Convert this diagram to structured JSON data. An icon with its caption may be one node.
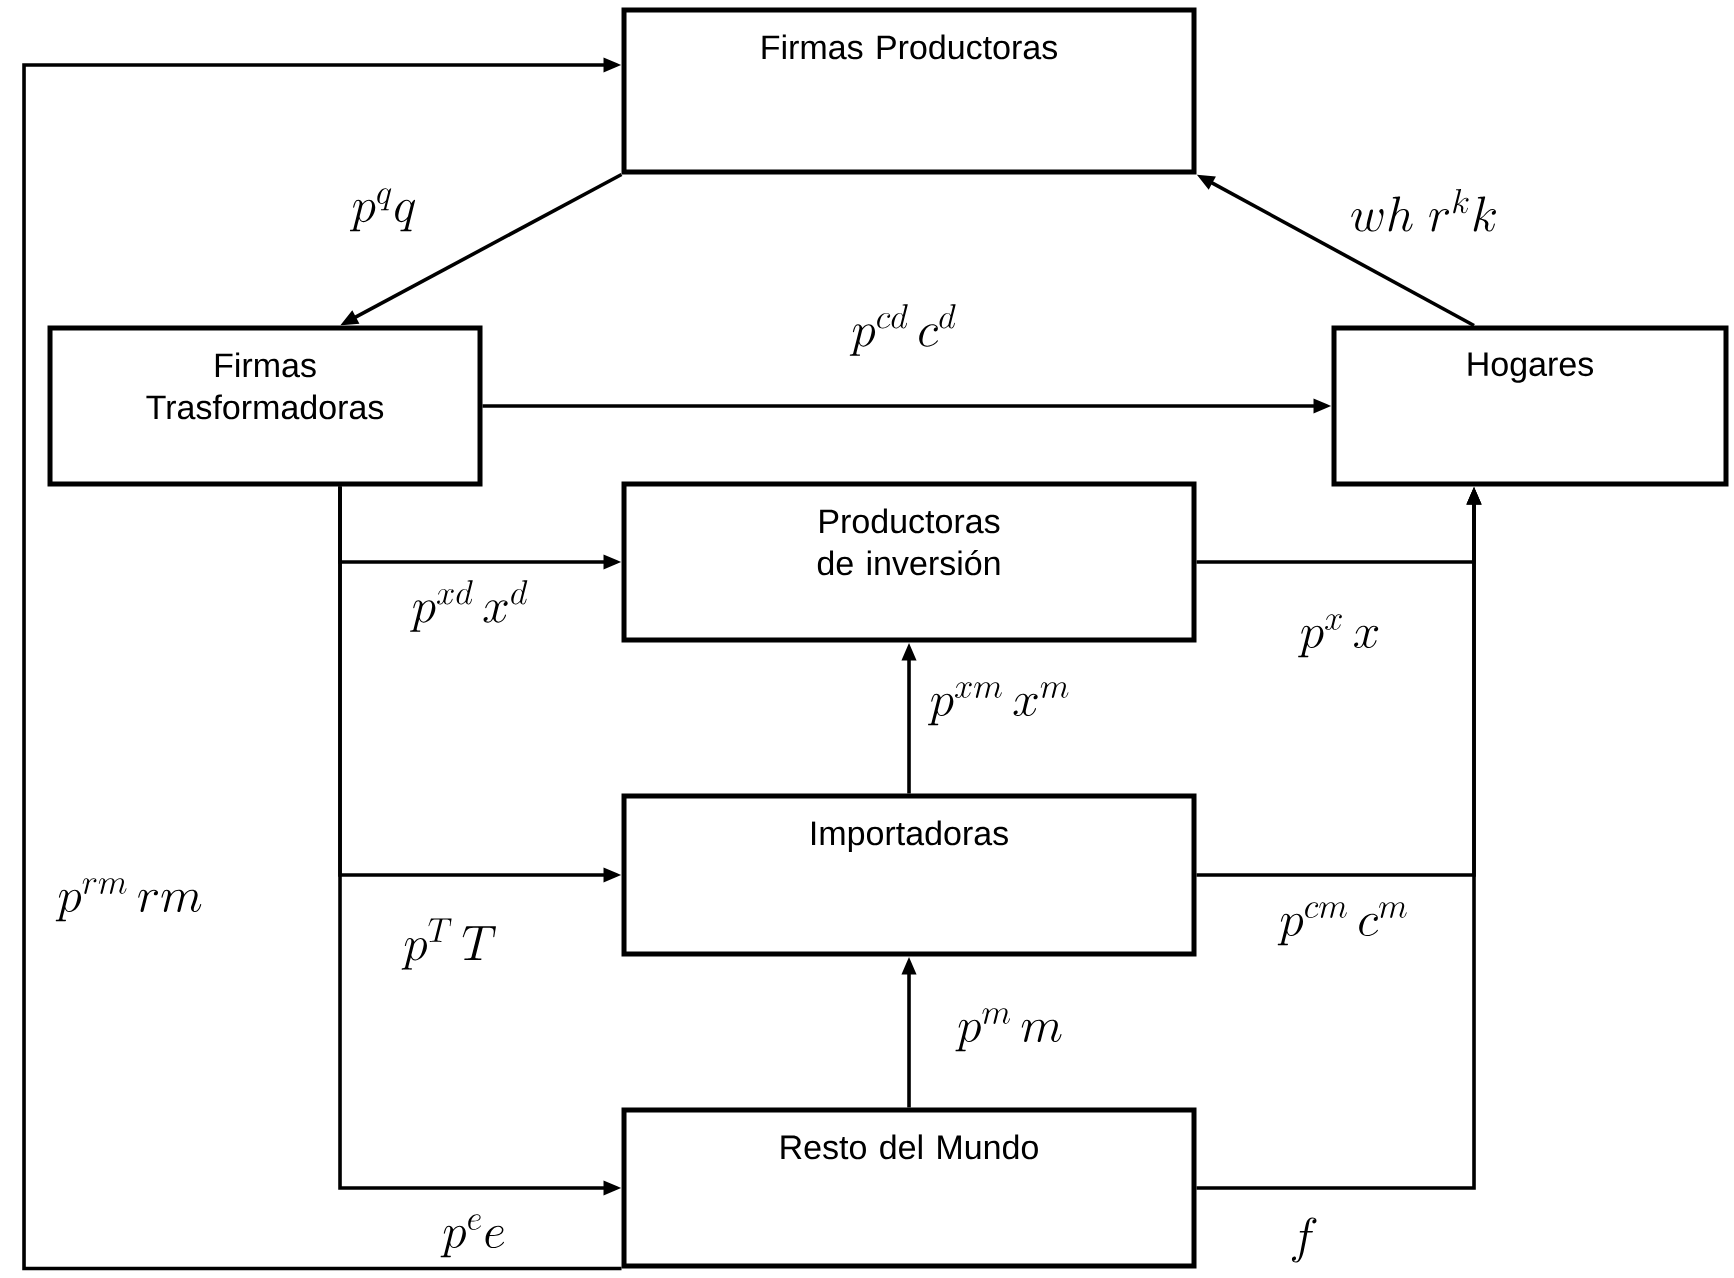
{
  "diagram": {
    "nodes": [
      {
        "text": [
          "Firmas Productoras"
        ]
      },
      {
        "text": [
          "Firmas Trasformadoras"
        ]
      },
      {
        "text": [
          "Hogares"
        ]
      },
      {
        "text": [
          "Productoras de inversión"
        ]
      },
      {
        "text": [
          "Importadoras"
        ]
      },
      {
        "text": [
          "Resto del Mundo"
        ]
      }
    ],
    "edges": [
      {
        "from": 0,
        "to": 1,
        "arrow": "to",
        "label": "p^{q}q"
      },
      {
        "from": 1,
        "to": 2,
        "arrow": "to",
        "label": "p^{cd}\\,c^{d}"
      },
      {
        "from": 2,
        "to": 0,
        "arrow": "to",
        "label": "wh\\;r^{k}k"
      },
      {
        "from": 1,
        "to": 3,
        "arrow": "to",
        "label": "p^{xd}\\,x^{d}"
      },
      {
        "from": 1,
        "to": 4,
        "arrow": "to",
        "label": "p^{T}\\,T"
      },
      {
        "from": 1,
        "to": 5,
        "arrow": "to",
        "label": "p^{e}e"
      },
      {
        "from": 3,
        "to": 2,
        "arrow": "to",
        "label": "p^{x}\\,x"
      },
      {
        "from": 4,
        "to": 2,
        "arrow": "to",
        "label": "p^{cm}\\,c^{m}"
      },
      {
        "from": 5,
        "to": 2,
        "arrow": "to",
        "label": "f"
      },
      {
        "from": 4,
        "to": 3,
        "arrow": "to",
        "label": "p^{xm}\\,x^{m}"
      },
      {
        "from": 5,
        "to": 4,
        "arrow": "to",
        "label": "p^{m}\\,m"
      },
      {
        "from": 5,
        "to": 0,
        "arrow": "to",
        "label": "p^{rm}\\,rm"
      }
    ]
  }
}
